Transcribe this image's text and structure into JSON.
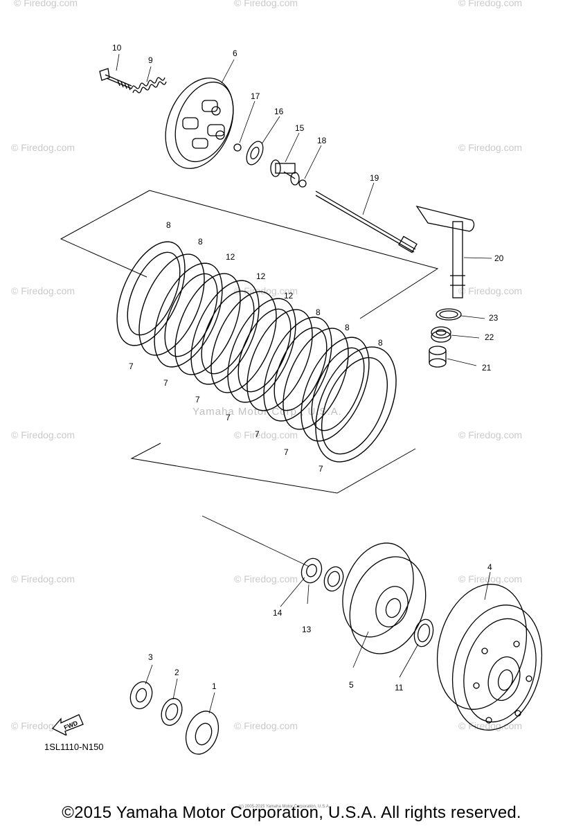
{
  "watermark": "© Firedog.com",
  "center_watermark": "Yamaha Motor Corp., U.S.A.",
  "diagram_code": "1SL1110-N150",
  "copyright": "©2015 Yamaha Motor Corporation, U.S.A. All rights reserved.",
  "tiny_copyright": "(c) 2005-2015 Yamaha Motor Corporation, U.S.A.",
  "fwd_label": "FWD",
  "callouts": {
    "c1": "1",
    "c2": "2",
    "c3": "3",
    "c4": "4",
    "c5": "5",
    "c6": "6",
    "c7a": "7",
    "c7b": "7",
    "c7c": "7",
    "c7d": "7",
    "c7e": "7",
    "c7f": "7",
    "c7g": "7",
    "c8a": "8",
    "c8b": "8",
    "c8c": "8",
    "c8d": "8",
    "c8e": "8",
    "c9": "9",
    "c10": "10",
    "c11": "11",
    "c12a": "12",
    "c12b": "12",
    "c12c": "12",
    "c13": "13",
    "c14": "14",
    "c15": "15",
    "c16": "16",
    "c17": "17",
    "c18": "18",
    "c19": "19",
    "c20": "20",
    "c21": "21",
    "c22": "22",
    "c23": "23"
  }
}
